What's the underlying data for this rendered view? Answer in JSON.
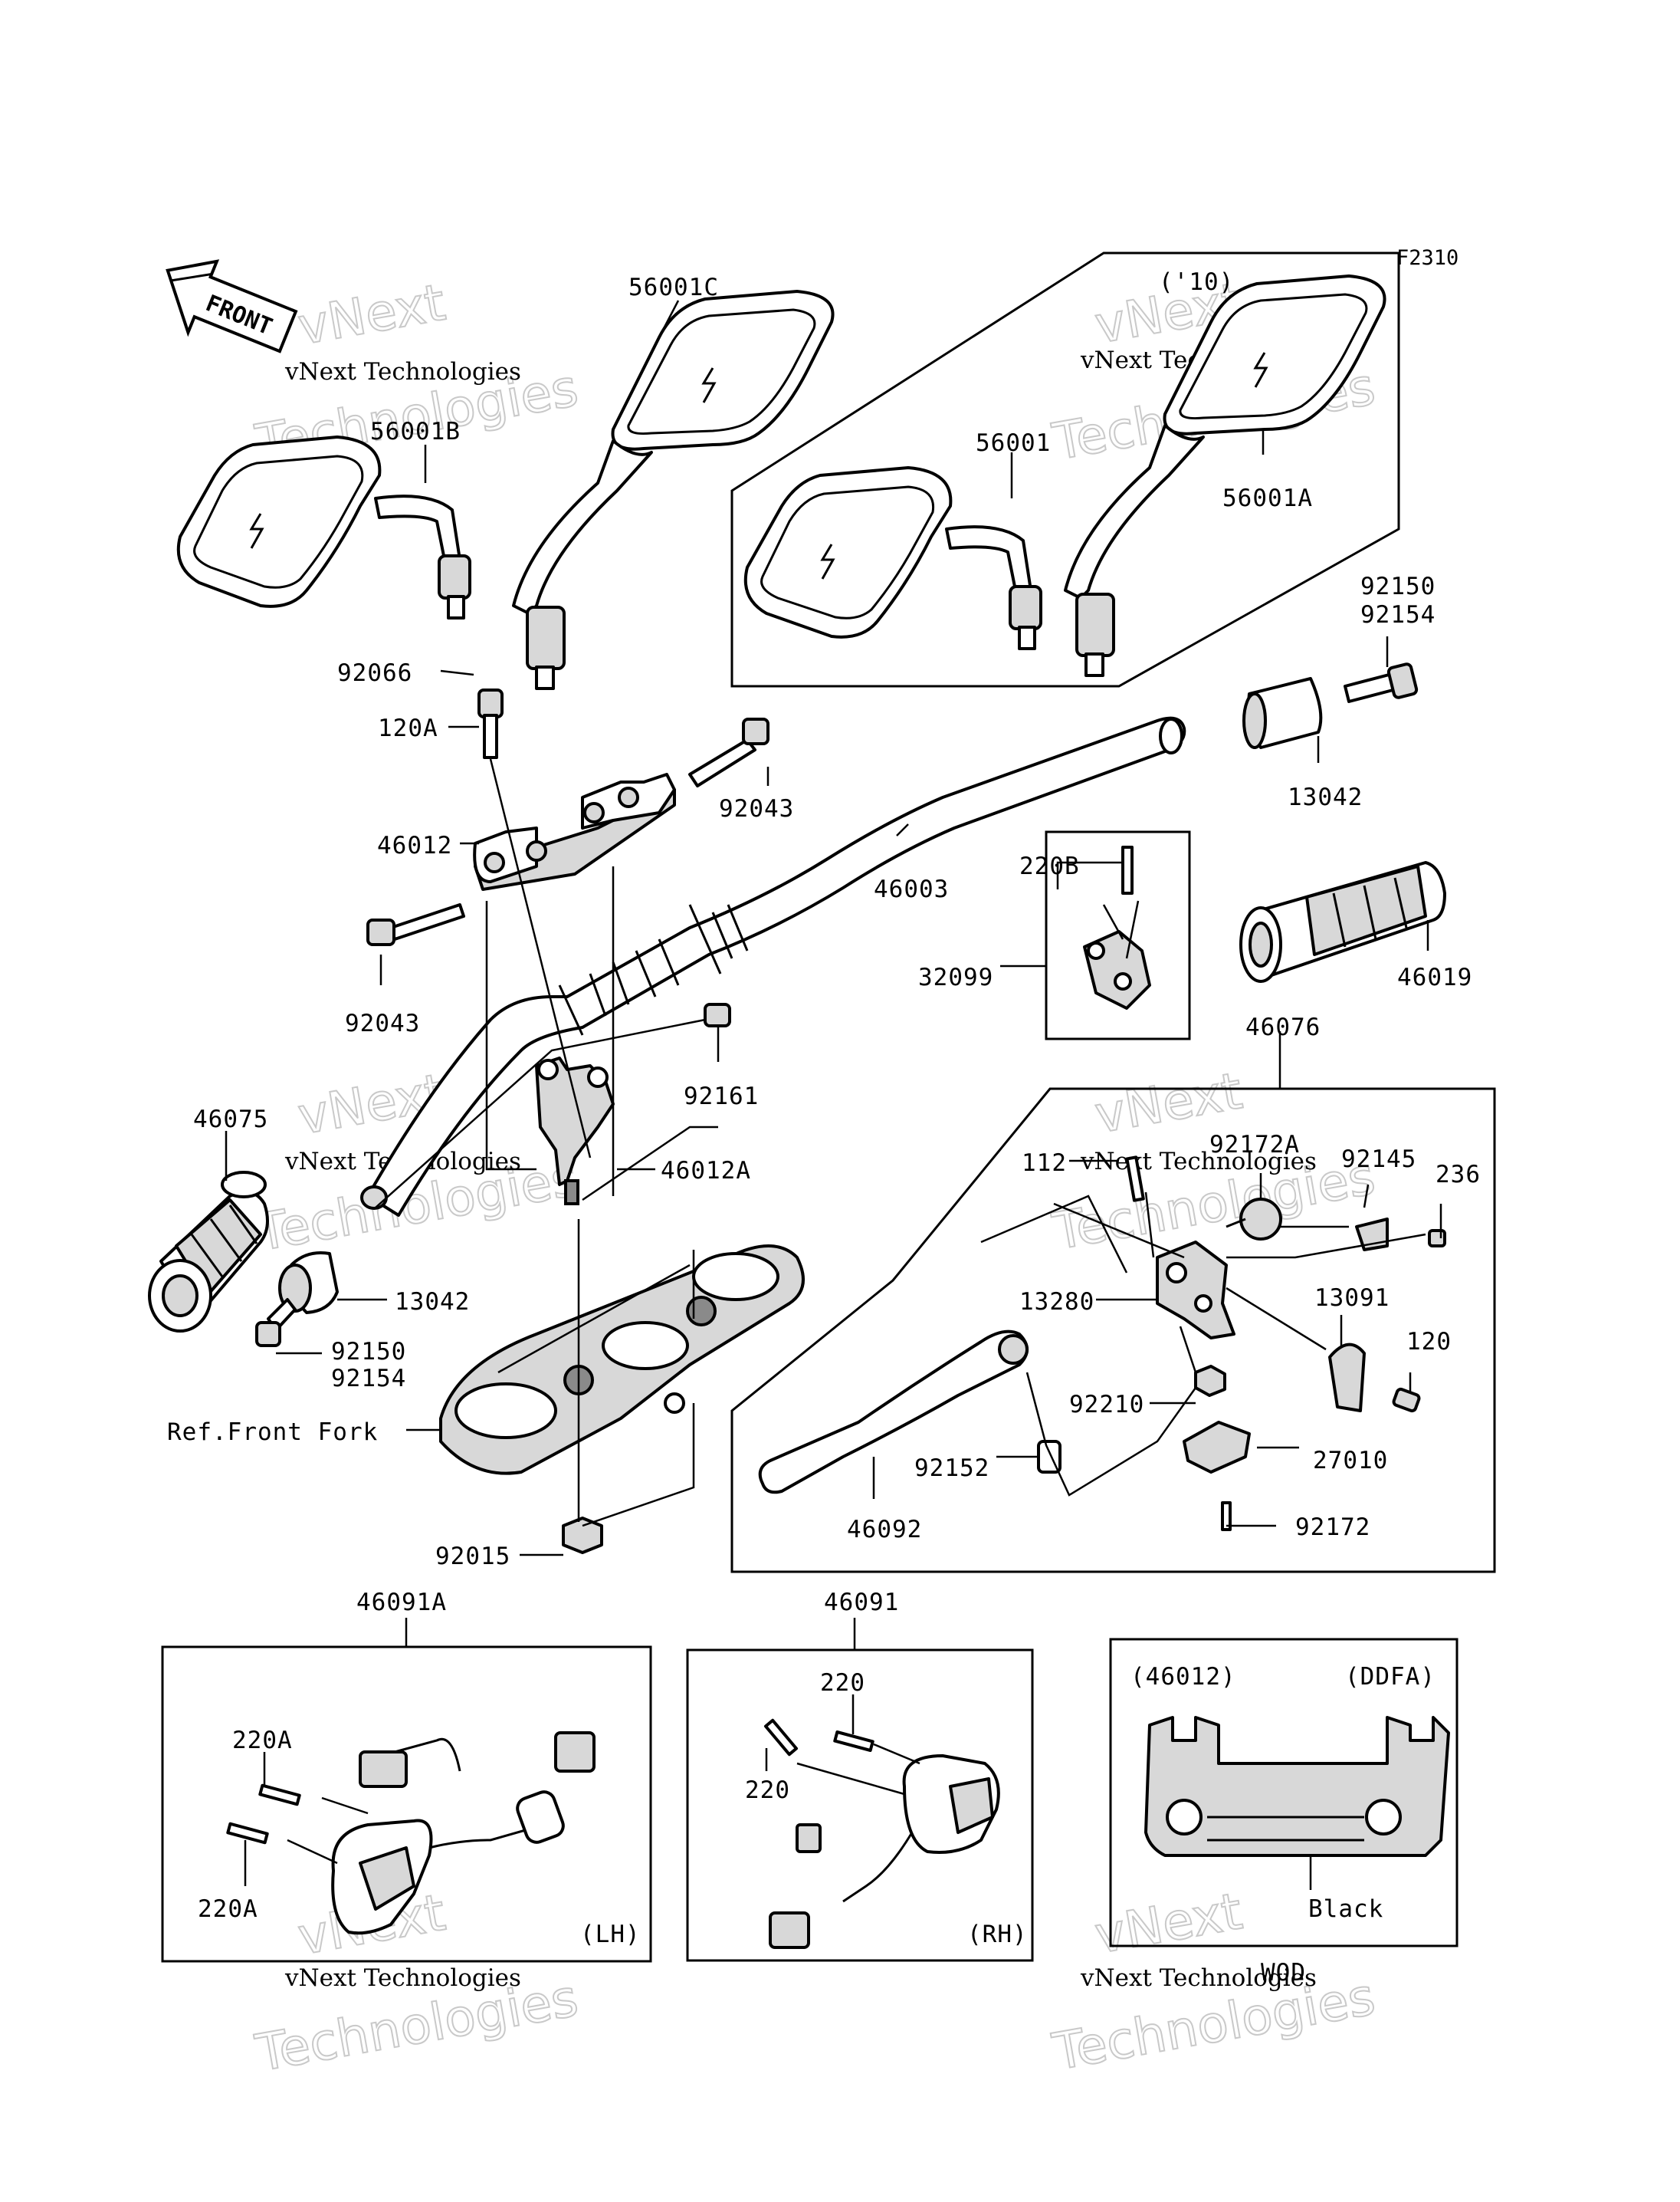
{
  "figure_code": "F2310",
  "front_arrow_text": "FRONT",
  "watermark": {
    "company": "vNext Technologies",
    "word1": "vNext",
    "word2": "Technologies"
  },
  "labels": {
    "p56001C": "56001C",
    "p56001B": "56001B",
    "year10": "('10)",
    "p56001": "56001",
    "p56001A": "56001A",
    "p92066": "92066",
    "p92150_top": "92150",
    "p92154_top": "92154",
    "p120A": "120A",
    "p92043_top": "92043",
    "p13042_right": "13042",
    "p46012": "46012",
    "p46003": "46003",
    "p220B": "220B",
    "p32099": "32099",
    "p46019": "46019",
    "p92043_left": "92043",
    "p92161": "92161",
    "p46076": "46076",
    "p46075": "46075",
    "p46012A": "46012A",
    "p112": "112",
    "p92172A": "92172A",
    "p92145": "92145",
    "p236": "236",
    "p13042_left": "13042",
    "p13280": "13280",
    "p13091": "13091",
    "p92150_bot": "92150",
    "p92154_bot": "92154",
    "p120": "120",
    "ref_front_fork": "Ref.Front Fork",
    "p92210": "92210",
    "p27010": "27010",
    "p92152": "92152",
    "p92172": "92172",
    "p46092": "46092",
    "p92015": "92015",
    "p46091A": "46091A",
    "p46091": "46091",
    "p220_top": "220",
    "p220_left": "220",
    "p220A_top": "220A",
    "p220A_bot": "220A",
    "lh": "(LH)",
    "rh": "(RH)",
    "p46012_paren": "(46012)",
    "ddfa": "(DDFA)",
    "black": "Black",
    "wod": "WOD"
  }
}
